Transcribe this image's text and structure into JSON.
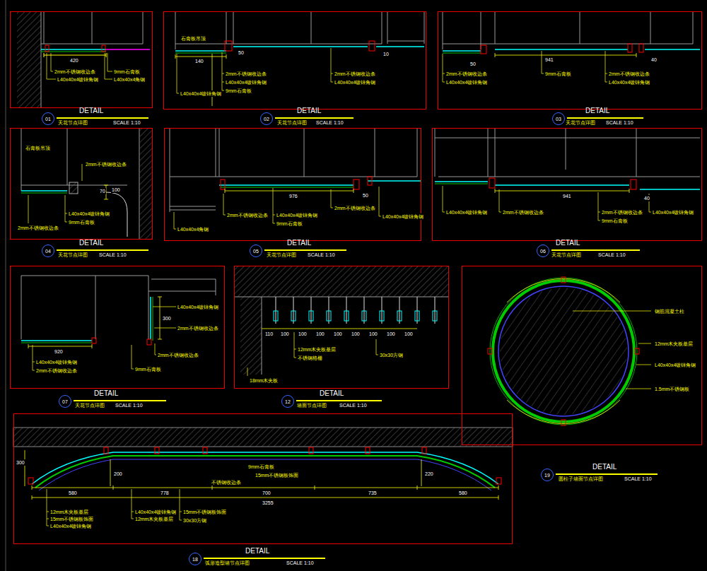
{
  "diagram": {
    "nodes": [
      {
        "text": [
          "DETAIL",
          "天花节点详图",
          "SCALE 1:10"
        ]
      },
      {
        "text": [
          "01"
        ],
        "in": 0
      },
      {
        "text": [
          "DETAIL",
          "天花节点详图",
          "SCALE 1:10"
        ]
      },
      {
        "text": [
          "02"
        ],
        "in": 2
      },
      {
        "text": [
          "DETAIL",
          "天花节点详图",
          "SCALE 1:10"
        ]
      },
      {
        "text": [
          "03"
        ],
        "in": 4
      },
      {
        "text": [
          "DETAIL",
          "天花节点详图",
          "SCALE 1:10"
        ]
      },
      {
        "text": [
          "04"
        ],
        "in": 6
      },
      {
        "text": [
          "DETAIL",
          "天花节点详图",
          "SCALE 1:10"
        ]
      },
      {
        "text": [
          "05"
        ],
        "in": 8
      },
      {
        "text": [
          "DETAIL",
          "天花节点详图",
          "SCALE 1:10"
        ]
      },
      {
        "text": [
          "06"
        ],
        "in": 10
      },
      {
        "text": [
          "DETAIL",
          "天花节点详图",
          "SCALE 1:10"
        ]
      },
      {
        "text": [
          "07"
        ],
        "in": 12
      },
      {
        "text": [
          "DETAIL",
          "墙面节点详图",
          "SCALE 1:10"
        ]
      },
      {
        "text": [
          "12"
        ],
        "in": 14
      },
      {
        "text": [
          "DETAIL",
          "圆柱子墙面节点详图",
          "SCALE 1:10"
        ]
      },
      {
        "text": [
          "19"
        ],
        "in": 16
      },
      {
        "text": [
          "DETAIL",
          "弧形造型墙节点详图",
          "SCALE 1:10"
        ]
      },
      {
        "text": [
          "18"
        ],
        "in": 18
      }
    ],
    "labels": [
      "420",
      "2mm不锈钢收边条",
      "L40x40x4镀锌角钢",
      "9mm石膏板",
      "L40x40x4角钢",
      "140",
      "50",
      "10",
      "2mm不锈钢收边条",
      "L40x40x4镀锌角钢",
      "9mm石膏板",
      "石膏板吊顶",
      "L40x40x4镀锌角钢",
      "2mm不锈钢收边条",
      "L40x40x4镀锌角钢",
      "50",
      "941",
      "40",
      "2mm不锈钢收边条",
      "L40x40x4镀锌角钢",
      "9mm石膏板",
      "2mm不锈钢收边条",
      "L40x40x4镀锌角钢",
      "石膏板吊顶",
      "2mm不锈钢收边条",
      "100",
      "70",
      "2mm不锈钢收边条",
      "L40x40x4镀锌角钢",
      "9mm石膏板",
      "976",
      "50",
      "2mm不锈钢收边条",
      "L40x40x4镀锌角钢",
      "9mm石膏板",
      "L40x40x4角钢",
      "2mm不锈钢收边条",
      "L40x40x4镀锌角钢",
      "941",
      "40",
      "L40x40x4镀锌角钢",
      "2mm不锈钢收边条",
      "2mm不锈钢收边条",
      "L40x40x4镀锌角钢",
      "9mm石膏板",
      "920",
      "300",
      "L40x40x4镀锌角钢",
      "2mm不锈钢收边条",
      "L40x40x4镀锌角钢",
      "2mm不锈钢收边条",
      "9mm石膏板",
      "2mm不锈钢收边条",
      "110",
      "100",
      "100",
      "100",
      "100",
      "100",
      "100",
      "100",
      "100",
      "12mm木夹板基层",
      "不锈钢格栅",
      "30x30方钢",
      "18mm木夹板",
      "钢筋混凝土柱",
      "12mm木夹板基层",
      "L40x40x4镀锌角钢",
      "1.5mm不锈钢板",
      "580",
      "778",
      "700",
      "735",
      "580",
      "3255",
      "300",
      "200",
      "220",
      "12mm木夹板基层",
      "15mm不锈钢板饰面",
      "L40x40x4镀锌角钢",
      "L40x40x4镀锌角钢",
      "12mm木夹板基层",
      "15mm不锈钢板饰面",
      "30x30方钢",
      "不锈钢收边条",
      "9mm石膏板",
      "15mm不锈钢板饰面"
    ]
  }
}
